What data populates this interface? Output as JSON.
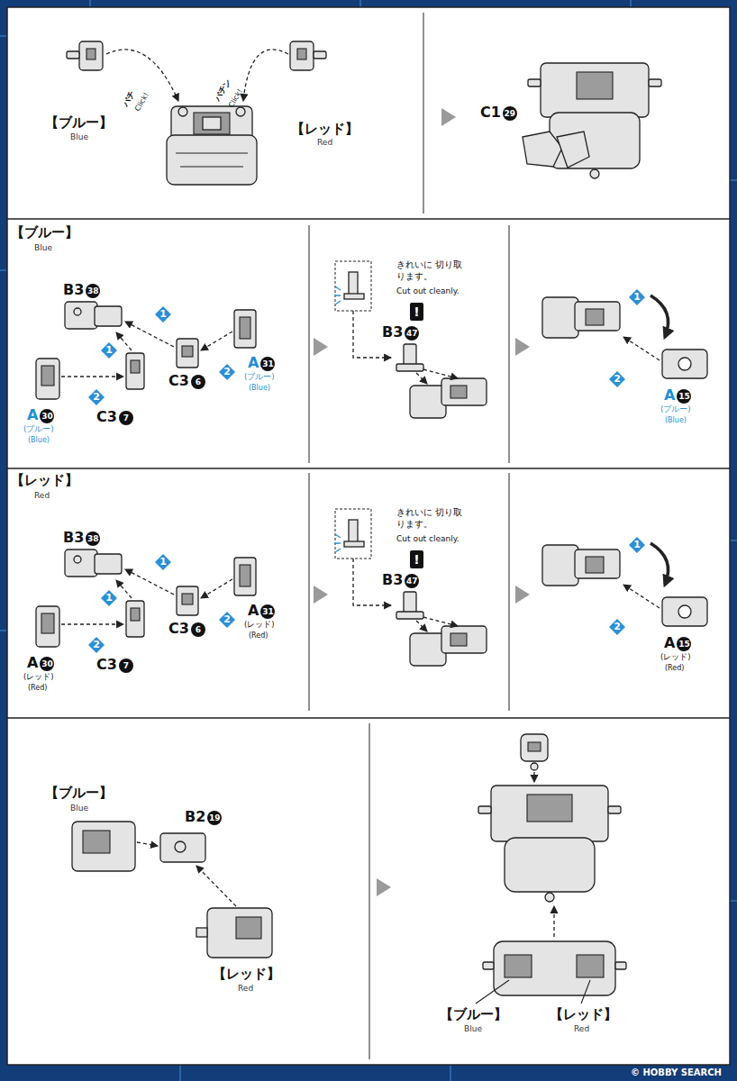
{
  "diagram": {
    "labels": [
      "【ブルー】",
      "Blue",
      "パチ",
      "Click!",
      "パチン",
      "Click!",
      "【レッド】",
      "Red",
      "C1",
      "29",
      "【ブルー】",
      "Blue",
      "B3",
      "38",
      "1",
      "1",
      "2",
      "C3",
      "7",
      "C3",
      "6",
      "2",
      "A",
      "31",
      "(ブルー)",
      "(Blue)",
      "A",
      "30",
      "(ブルー)",
      "(Blue)",
      "きれいに 切り取ります。",
      "Cut out cleanly.",
      "!",
      "B3",
      "47",
      "1",
      "2",
      "A",
      "15",
      "(ブルー)",
      "(Blue)",
      "【レッド】",
      "Red",
      "B3",
      "38",
      "1",
      "1",
      "2",
      "C3",
      "7",
      "C3",
      "6",
      "2",
      "A",
      "31",
      "(レッド)",
      "(Red)",
      "A",
      "30",
      "(レッド)",
      "(Red)",
      "きれいに 切り取ります。",
      "Cut out cleanly.",
      "!",
      "B3",
      "47",
      "1",
      "2",
      "A",
      "15",
      "(レッド)",
      "(Red)",
      "【ブルー】",
      "Blue",
      "B2",
      "19",
      "【レッド】",
      "Red",
      "【ブルー】",
      "Blue",
      "【レッド】",
      "Red",
      "© HOBBY SEARCH"
    ]
  }
}
